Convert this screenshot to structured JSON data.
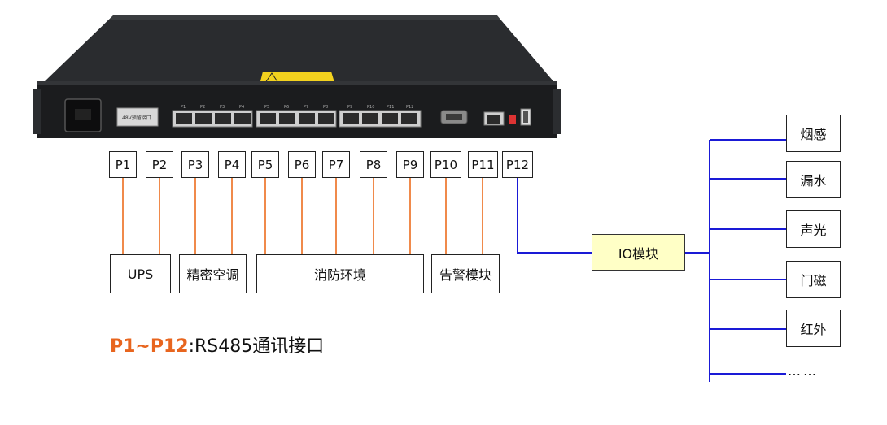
{
  "device": {
    "power_label": "48V预留接口",
    "tiny_port_labels": [
      "P1",
      "P2",
      "P3",
      "P4",
      "P5",
      "P6",
      "P7",
      "P8",
      "P9",
      "P10",
      "P11",
      "P12"
    ]
  },
  "ports": [
    "P1",
    "P2",
    "P3",
    "P4",
    "P5",
    "P6",
    "P7",
    "P8",
    "P9",
    "P10",
    "P11",
    "P12"
  ],
  "groups": {
    "ups": "UPS",
    "ac": "精密空调",
    "env": "消防环境",
    "alarm": "告警模块"
  },
  "io_module": "IO模块",
  "sensors": [
    "烟感",
    "漏水",
    "声光",
    "门磁",
    "红外"
  ],
  "more": "……",
  "caption": {
    "highlight": "P1~P12",
    "rest": ":RS485通讯接口"
  },
  "colors": {
    "orange_line": "#f08a4b",
    "blue_line": "#1a1ad6",
    "highlight": "#e8651e",
    "io_fill": "#ffffc6"
  }
}
